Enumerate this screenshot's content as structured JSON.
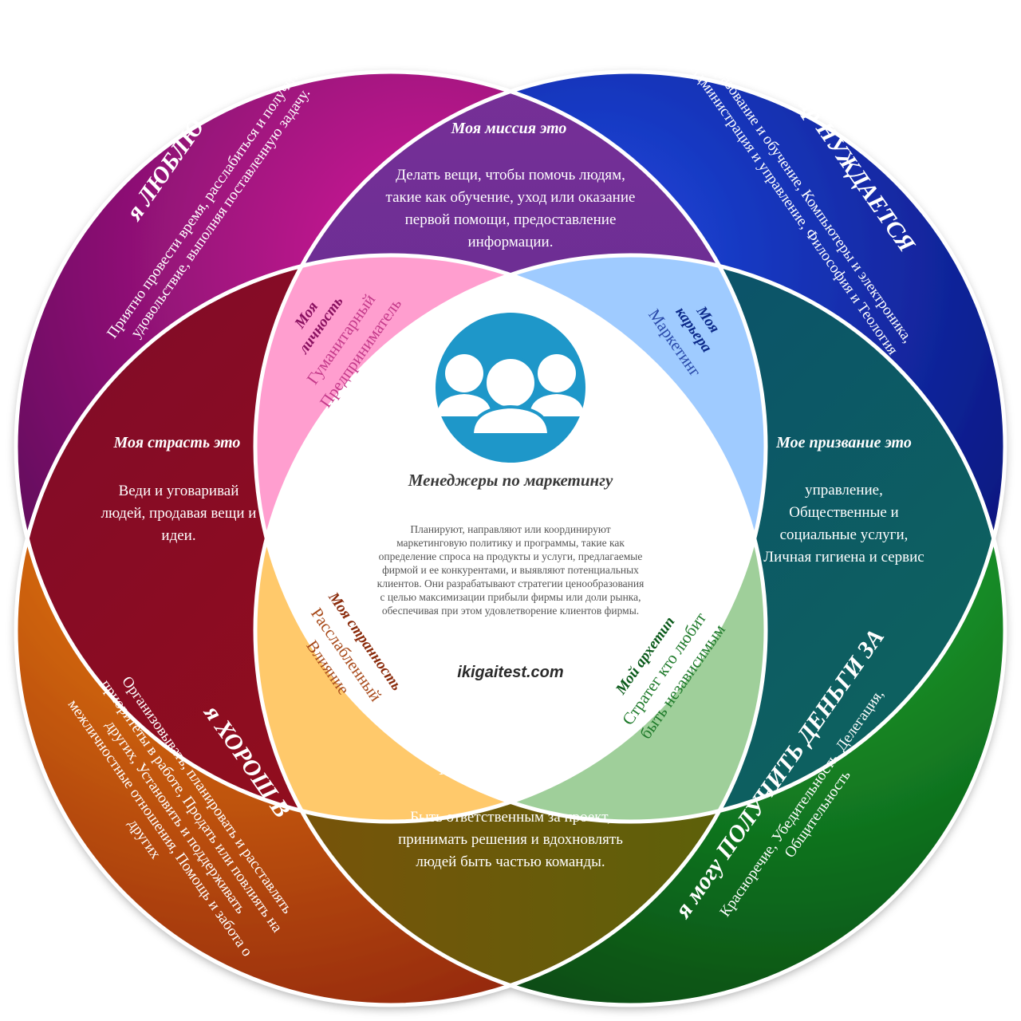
{
  "circles": {
    "love": {
      "title": "я ЛЮБЛЮ",
      "lines": [
        "Приятно провести время, расслабиться и получить",
        "удовольствие, выполняя поставленную задачу."
      ],
      "color_light": "#c2128e",
      "color_dark": "#5a0a5e"
    },
    "need": {
      "title": "мир НУЖДАЕТСЯ",
      "lines": [
        "Образование и обучение, Компьютеры и электроника,",
        "Администрация и управление, Философия и Теология"
      ],
      "color_light": "#1a3fd6",
      "color_dark": "#0b0f7a"
    },
    "good": {
      "title": "я ХОРОШ В",
      "lines": [
        "Организовывать, планировать и расставлять",
        "приоритеты в работе, Продать или повлиять на",
        "других, Установить и поддерживать",
        "межличностные отношения, Помощь и забота о",
        "других"
      ],
      "color_light": "#f07a10",
      "color_dark": "#9a2a0a"
    },
    "paid": {
      "title": "я могу ПОЛУЧИТЬ ДЕНЬГИ ЗА",
      "lines": [
        "Красноречие, Убедительность, Делегация,",
        "Общительность"
      ],
      "color_light": "#17a32a",
      "color_dark": "#0b4a14"
    }
  },
  "overlaps": {
    "mission": {
      "heading": "Моя миссия это",
      "lines": [
        "Делать вещи, чтобы помочь людям,",
        "такие как обучение, уход или оказание",
        "первой помощи, предоставление",
        "информации."
      ],
      "color": "#6b2d92"
    },
    "passion": {
      "heading": "Моя страсть это",
      "lines": [
        "Веди и уговаривай",
        "людей, продавая вещи и",
        "идеи."
      ],
      "color": "#8a0a24"
    },
    "vocation": {
      "heading": "Мое призвание это",
      "lines": [
        "управление,",
        "Общественные и",
        "социальные услуги,",
        "Личная гигиена и сервис"
      ],
      "color": "#0c5a6a"
    },
    "profession": {
      "heading": "Моя профессия это",
      "lines": [
        "Быть ответственным за проект,",
        "принимать решения и вдохновлять",
        "людей быть частью команды."
      ],
      "color": "#6a5a0a"
    }
  },
  "petals": {
    "personality": {
      "heading": [
        "Моя",
        "личность"
      ],
      "lines": [
        "Гуманитарный",
        "Предприниматель"
      ],
      "color": "#ff9ecf"
    },
    "career": {
      "heading": [
        "Моя",
        "карьера"
      ],
      "lines": [
        "Маркетинг"
      ],
      "color": "#9fcbff"
    },
    "oddity": {
      "heading": [
        "Моя странность"
      ],
      "lines": [
        "Расслабленный",
        "Влияние"
      ],
      "color": "#ffc96b"
    },
    "archetype": {
      "heading": [
        "Мой архетип"
      ],
      "lines": [
        "Стратег кто любит",
        "быть независимым"
      ],
      "color": "#9fcf9a"
    }
  },
  "center": {
    "icon": "users-group-icon",
    "icon_color": "#1e97c9",
    "title": "Менеджеры по маркетингу",
    "lines": [
      "Планируют, направляют или координируют",
      "маркетинговую политику и программы, такие как",
      "определение спроса на продукты и услуги, предлагаемые",
      "фирмой и ее конкурентами, и выявляют потенциальных",
      "клиентов. Они разрабатывают стратегии ценообразования",
      "с целью максимизации прибыли фирмы или доли рынка,",
      "обеспечивая при этом удовлетворение клиентов фирмы."
    ],
    "site": "ikigaitest.com"
  }
}
